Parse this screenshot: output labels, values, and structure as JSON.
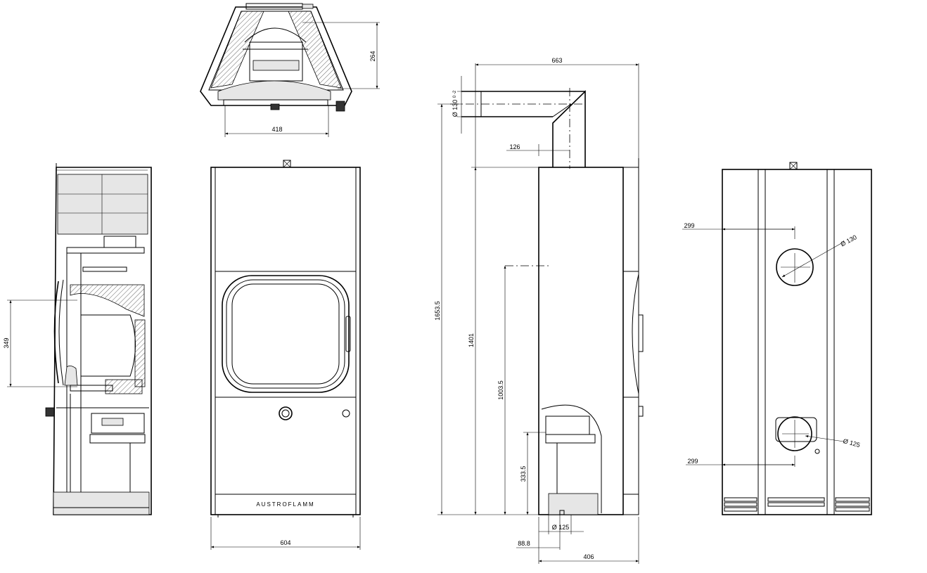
{
  "views": {
    "top": {
      "depth_label": "264",
      "width_label": "418"
    },
    "section": {
      "door_height_label": "349"
    },
    "front": {
      "brand": "AUSTROFLAMM",
      "width_label": "604"
    },
    "side": {
      "flue_offset_label": "663",
      "flue_diameter_label": "Ø 130",
      "flue_tolerance_label": "0\n-2",
      "flue_setback_label": "126",
      "total_height_label": "1653.5",
      "body_height_label": "1401",
      "rear_outlet_height_label": "1003.5",
      "bottom_outlet_height_label": "333.5",
      "bottom_outlet_diameter_label": "Ø 125",
      "bottom_offset_label": "88.8",
      "depth_label": "406"
    },
    "back": {
      "upper_offset_label": "299",
      "upper_diameter_label": "Ø 130",
      "lower_offset_label": "299",
      "lower_diameter_label": "Ø 125"
    }
  }
}
